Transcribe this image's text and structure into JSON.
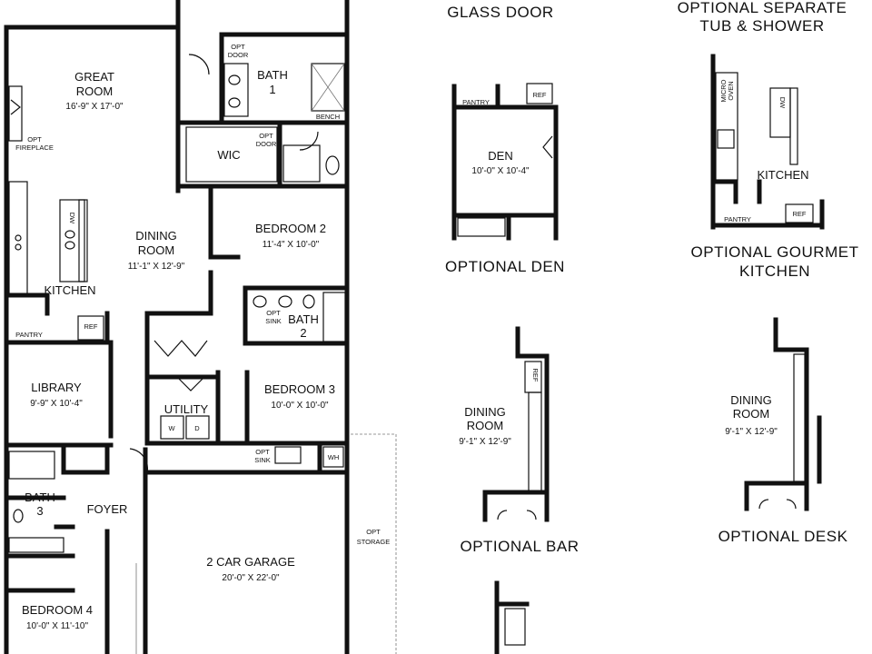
{
  "rooms": {
    "great_room": {
      "name": "GREAT\nROOM",
      "dims": "16'-9\" X 17'-0\""
    },
    "bath1": {
      "name": "BATH\n1"
    },
    "wic": {
      "name": "WIC"
    },
    "dining": {
      "name": "DINING\nROOM",
      "dims": "11'-1\" X 12'-9\""
    },
    "bedroom2": {
      "name": "BEDROOM 2",
      "dims": "11'-4\" X 10'-0\""
    },
    "kitchen": {
      "name": "KITCHEN"
    },
    "bath2": {
      "name": "BATH\n2"
    },
    "library": {
      "name": "LIBRARY",
      "dims": "9'-9\" X 10'-4\""
    },
    "utility": {
      "name": "UTILITY"
    },
    "bedroom3": {
      "name": "BEDROOM 3",
      "dims": "10'-0\" X 10'-0\""
    },
    "bath3": {
      "name": "BATH\n3"
    },
    "foyer": {
      "name": "FOYER"
    },
    "garage": {
      "name": "2 CAR GARAGE",
      "dims": "20'-0\" X 22'-0\""
    },
    "bedroom4": {
      "name": "BEDROOM 4",
      "dims": "10'-0\" X 11'-10\""
    }
  },
  "small_labels": {
    "opt_door_top": "OPT\nDOOR",
    "opt_door_wic": "OPT\nDOOR",
    "bench": "BENCH",
    "opt_fireplace": "OPT\nFIREPLACE",
    "dw": "DW",
    "pantry": "PANTRY",
    "ref": "REF",
    "opt_sink_bath2": "OPT\nSINK",
    "w": "W",
    "d": "D",
    "opt_sink_garage": "OPT\nSINK",
    "wh": "WH",
    "opt_storage": "OPT\nSTORAGE"
  },
  "options": {
    "glass_door": "GLASS DOOR",
    "sep_tub": "OPTIONAL SEPARATE\nTUB & SHOWER",
    "den_title": "OPTIONAL DEN",
    "den_room": "DEN",
    "den_dims": "10'-0\" X 10'-4\"",
    "den_pantry": "PANTRY",
    "den_ref": "REF",
    "gourmet_title": "OPTIONAL GOURMET\nKITCHEN",
    "gourmet_kitchen": "KITCHEN",
    "gourmet_pantry": "PANTRY",
    "gourmet_ref": "REF",
    "gourmet_dw": "DW",
    "gourmet_micro": "MICRO\nOVEN",
    "bar_title": "OPTIONAL BAR",
    "bar_room": "DINING\nROOM",
    "bar_dims": "9'-1\" X 12'-9\"",
    "bar_ref": "REF",
    "desk_title": "OPTIONAL DESK",
    "desk_room": "DINING\nROOM",
    "desk_dims": "9'-1\" X 12'-9\""
  }
}
